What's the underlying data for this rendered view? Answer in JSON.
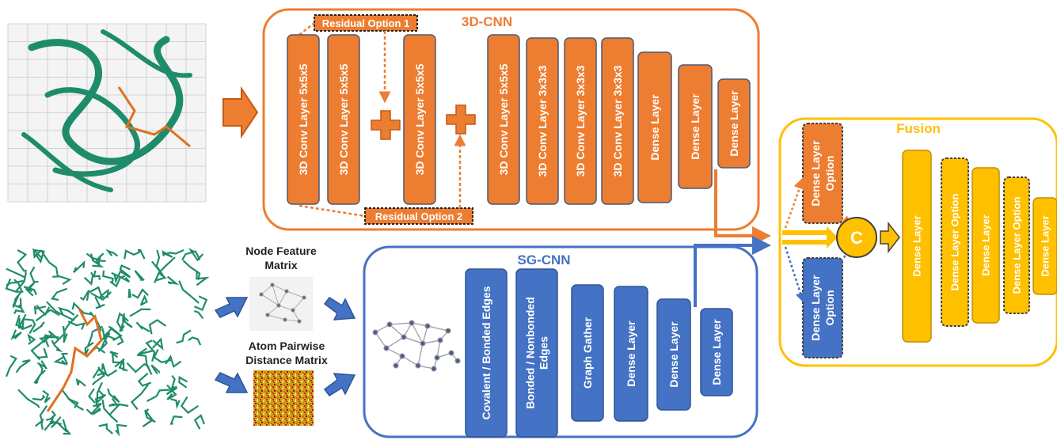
{
  "colors": {
    "orange": "#ED7D31",
    "orange_dark": "#C55A11",
    "blue": "#4472C4",
    "blue_dark": "#2F5597",
    "gold": "#FFC000",
    "gold_dark": "#BF9000",
    "protein_green": "#1E8C6A",
    "ligand_orange": "#E07020"
  },
  "cnn3d": {
    "title": "3D-CNN",
    "residual_option_1": "Residual Option 1",
    "residual_option_2": "Residual Option 2",
    "layers": [
      "3D Conv Layer 5x5x5",
      "3D Conv Layer 5x5x5",
      "3D Conv Layer 5x5x5",
      "3D Conv Layer 5x5x5",
      "3D Conv Layer 3x3x3",
      "3D Conv Layer 3x3x3",
      "3D Conv Layer 3x3x3",
      "Dense Layer",
      "Dense Layer",
      "Dense Layer"
    ]
  },
  "sgcnn": {
    "title": "SG-CNN",
    "node_feature_label_1": "Node Feature",
    "node_feature_label_2": "Matrix",
    "distance_label_1": "Atom Pairwise",
    "distance_label_2": "Distance Matrix",
    "layers": [
      [
        "Covalent / Bonded Edges"
      ],
      [
        "Bonded / Nonbonded",
        "Edges"
      ],
      [
        "Graph Gather"
      ],
      [
        "Dense Layer"
      ],
      [
        "Dense Layer"
      ],
      [
        "Dense Layer"
      ]
    ]
  },
  "fusion": {
    "title": "Fusion",
    "concat_symbol": "C",
    "option_top": [
      "Dense Layer",
      "Option"
    ],
    "option_bottom": [
      "Dense Layer",
      "Option"
    ],
    "layers": [
      "Dense Layer",
      "Dense Layer Option",
      "Dense Layer",
      "Dense Layer Option",
      "Dense Layer"
    ]
  }
}
